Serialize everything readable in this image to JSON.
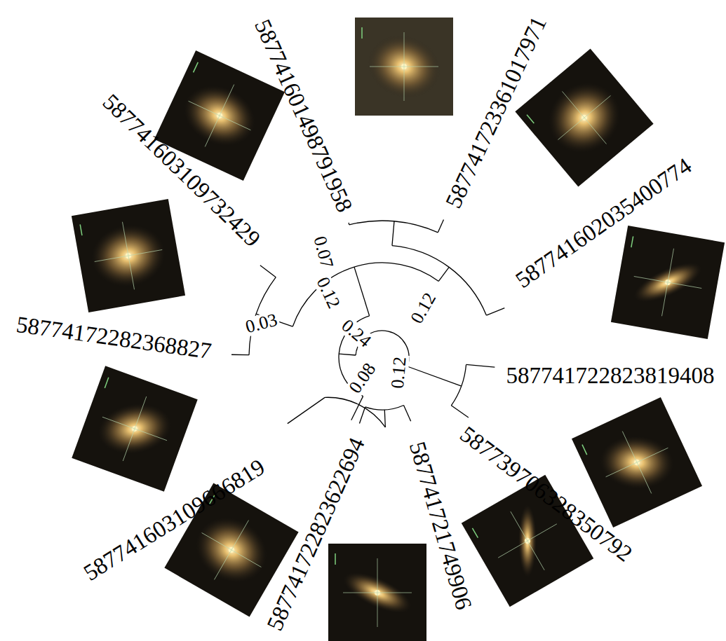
{
  "diagram": {
    "labels": [
      "587741601498791958",
      "587741723361017971",
      "587741602035400774",
      "587741722823819408",
      "587739706328350792",
      "587741721749906",
      "587741722823622694",
      "587741603109666819",
      "58774172282368827",
      "587741603109732429",
      "0.07",
      "0.12",
      "0.24",
      "0.08",
      "0.12",
      "0.12",
      "0.03"
    ]
  }
}
